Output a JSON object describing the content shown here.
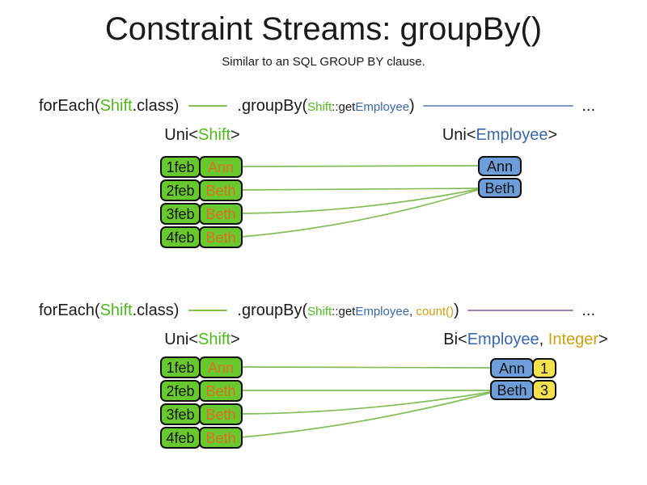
{
  "title": "Constraint Streams: groupBy()",
  "subtitle": "Similar to an SQL GROUP BY clause.",
  "colors": {
    "class_green_text": "#4fb81c",
    "type_blue_text": "#3a68aa",
    "collector_gold_text": "#cda012",
    "employee_orange_text": "#e0701e",
    "shift_box_fill": "#68c92f",
    "employee_box_fill": "#6d9eda",
    "integer_box_fill": "#f5e04d",
    "connector_green_line": "#82bd58",
    "stream_blue_line": "#7d9cc9",
    "stream_purple_line": "#9f7fc0"
  },
  "diagram1": {
    "code": {
      "foreach_open": "forEach(",
      "foreach_class": "Shift",
      "foreach_close": ".class)",
      "groupby_open": ".groupBy(",
      "arg_class": "Shift",
      "arg_method": "::get",
      "arg_type": "Employee",
      "groupby_close": ")",
      "ellipsis": "..."
    },
    "left_header": {
      "open": "Uni<",
      "type": "Shift",
      "close": ">"
    },
    "right_header": {
      "open": "Uni<",
      "type": "Employee",
      "close": ">"
    },
    "shifts": [
      {
        "date": "1feb",
        "employee": "Ann"
      },
      {
        "date": "2feb",
        "employee": "Beth"
      },
      {
        "date": "3feb",
        "employee": "Beth"
      },
      {
        "date": "4feb",
        "employee": "Beth"
      }
    ],
    "groups": [
      {
        "employee": "Ann"
      },
      {
        "employee": "Beth"
      }
    ]
  },
  "diagram2": {
    "code": {
      "foreach_open": "forEach(",
      "foreach_class": "Shift",
      "foreach_close": ".class)",
      "groupby_open": ".groupBy(",
      "arg_class": "Shift",
      "arg_method": "::get",
      "arg_type": "Employee",
      "comma": ", ",
      "arg_collector": "count()",
      "groupby_close": ")",
      "ellipsis": "..."
    },
    "left_header": {
      "open": "Uni<",
      "type": "Shift",
      "close": ">"
    },
    "right_header": {
      "open": "Bi<",
      "type1": "Employee",
      "sep": ", ",
      "type2": "Integer",
      "close": ">"
    },
    "shifts": [
      {
        "date": "1feb",
        "employee": "Ann"
      },
      {
        "date": "2feb",
        "employee": "Beth"
      },
      {
        "date": "3feb",
        "employee": "Beth"
      },
      {
        "date": "4feb",
        "employee": "Beth"
      }
    ],
    "groups": [
      {
        "employee": "Ann",
        "count": "1"
      },
      {
        "employee": "Beth",
        "count": "3"
      }
    ]
  }
}
